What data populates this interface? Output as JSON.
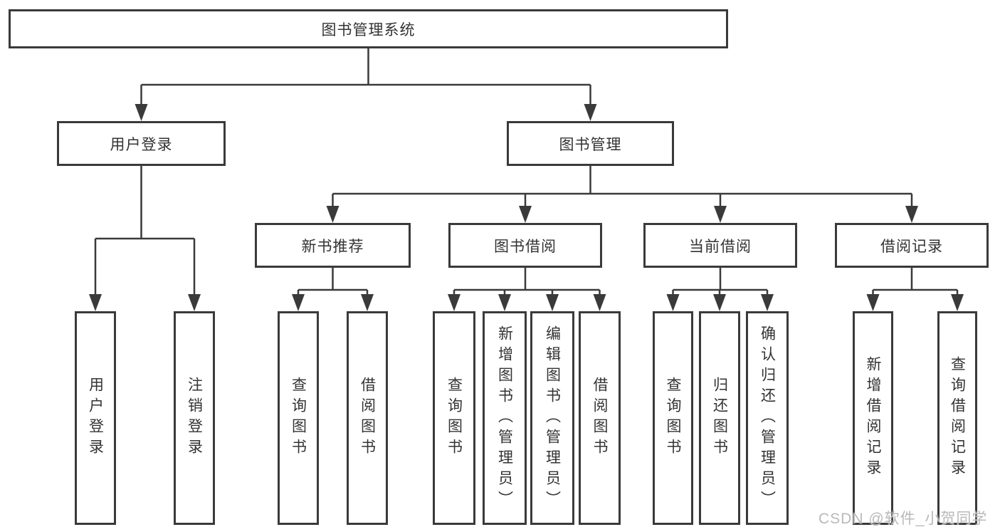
{
  "diagram": {
    "title": "图书管理系统",
    "level2": [
      "用户登录",
      "图书管理"
    ],
    "level3": [
      "新书推荐",
      "图书借阅",
      "当前借阅",
      "借阅记录"
    ],
    "leaves": {
      "user_login": [
        "用户登录",
        "注销登录"
      ],
      "new_book_recommend": [
        "查询图书",
        "借阅图书"
      ],
      "book_borrow": [
        "查询图书",
        "新增图书（管理员）",
        "编辑图书（管理员）",
        "借阅图书"
      ],
      "current_borrow": [
        "查询图书",
        "归还图书",
        "确认归还（管理员）"
      ],
      "borrow_records": [
        "新增借阅记录",
        "查询借阅记录"
      ]
    },
    "watermark": "CSDN @软件_小贺同学",
    "colors": {
      "line": "#3a3a3a",
      "text": "#333333",
      "background": "#ffffff",
      "watermark": "#b9b9b9"
    }
  }
}
